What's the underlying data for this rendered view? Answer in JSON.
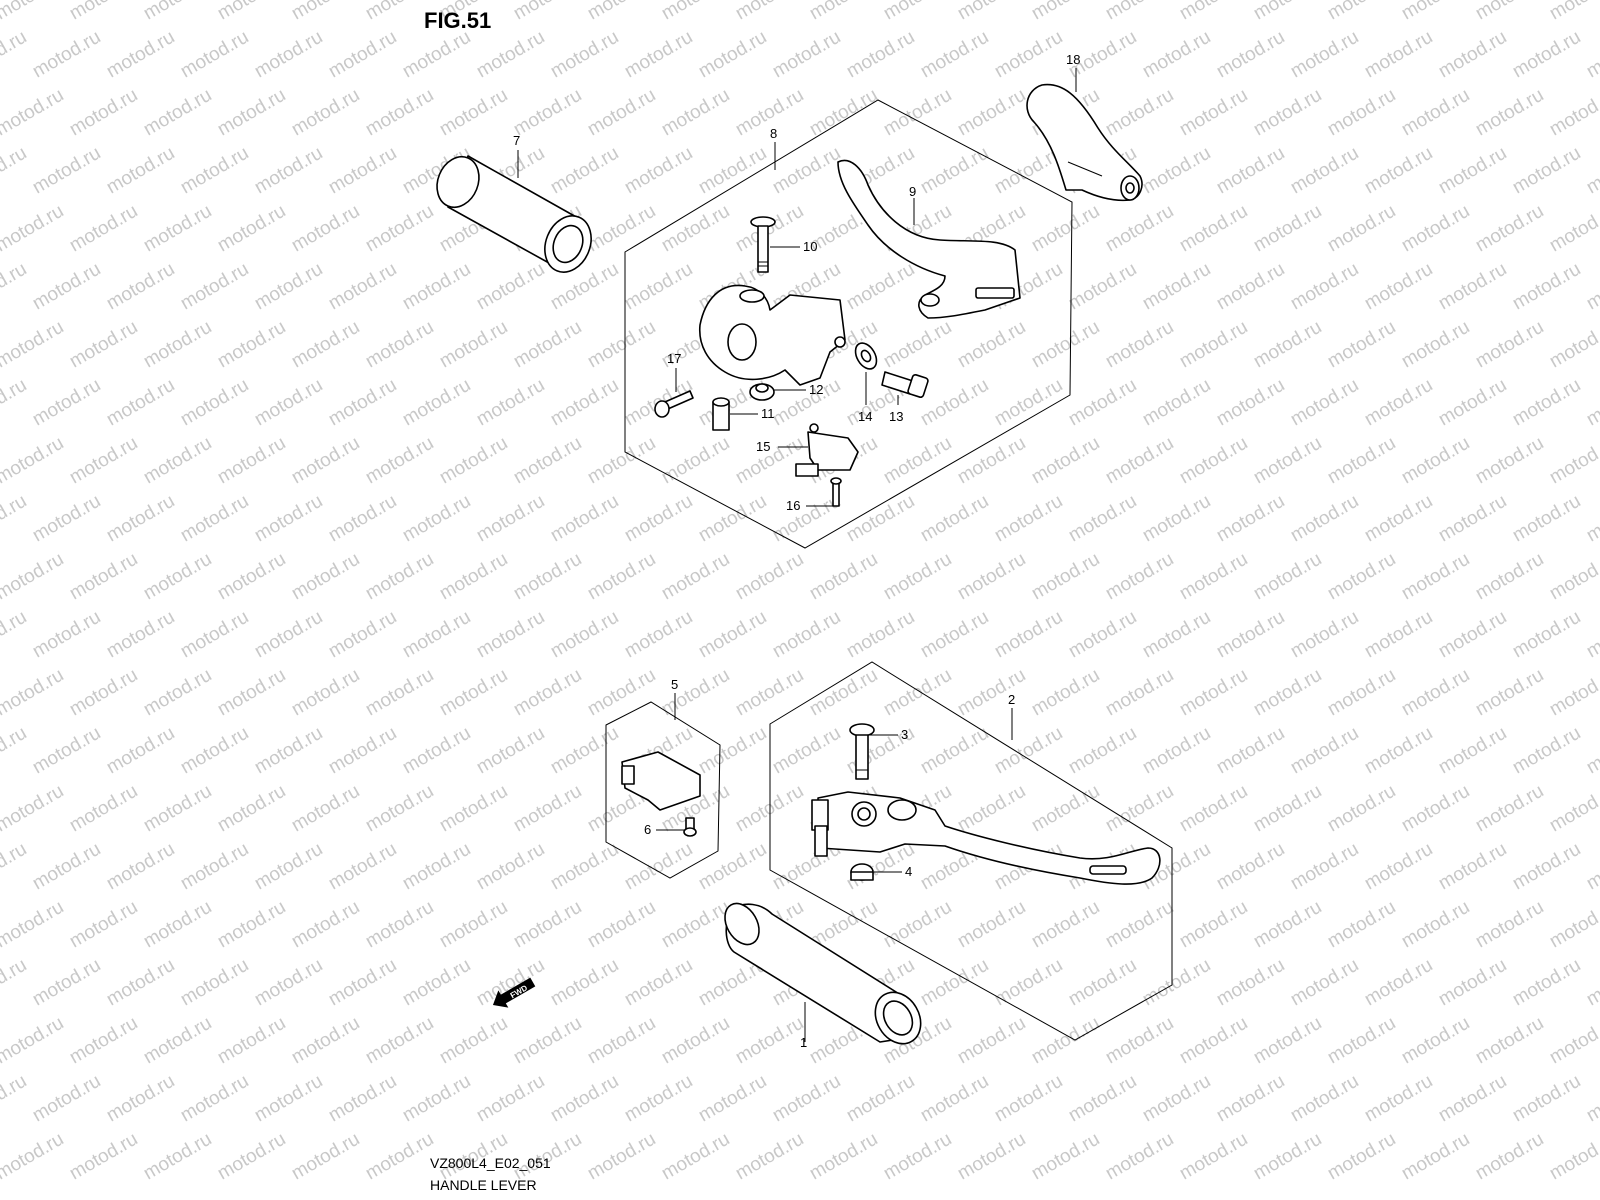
{
  "figure": {
    "title": "FIG.51",
    "code": "VZ800L4_E02_051",
    "name": "HANDLE LEVER"
  },
  "watermark": "motod.ru",
  "fwd_label": "FWD",
  "callouts": {
    "p1": "1",
    "p2": "2",
    "p3": "3",
    "p4": "4",
    "p5": "5",
    "p6": "6",
    "p7": "7",
    "p8": "8",
    "p9": "9",
    "p10": "10",
    "p11": "11",
    "p12": "12",
    "p13": "13",
    "p14": "14",
    "p15": "15",
    "p16": "16",
    "p17": "17",
    "p18": "18"
  }
}
